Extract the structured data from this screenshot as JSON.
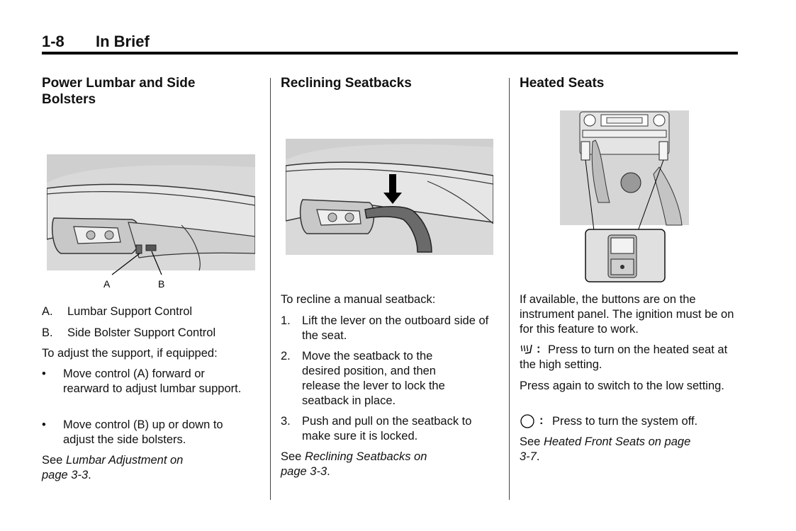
{
  "header": {
    "page_number": "1-8",
    "title": "In Brief"
  },
  "col1": {
    "heading": "Power Lumbar and Side Bolsters",
    "figure_labels": {
      "a": "A",
      "b": "B"
    },
    "item_a": "A.",
    "item_a_text": "Lumbar Support Control",
    "item_b": "B.",
    "item_b_text": "Side Bolster Support Control",
    "intro": "To adjust the support, if equipped:",
    "bullet1": "Move control (A) forward or rearward to adjust lumbar support.",
    "bullet2": "Move control (B) up or down to adjust the side bolsters.",
    "see": "See ",
    "see_ref": "Lumbar Adjustment on page 3-3",
    "see_end": "."
  },
  "col2": {
    "heading": "Reclining Seatbacks",
    "intro": "To recline a manual seatback:",
    "step1_num": "1.",
    "step1": "Lift the lever on the outboard side of the seat.",
    "step2_num": "2.",
    "step2": "Move the seatback to the desired position, and then release the lever to lock the seatback in place.",
    "step3_num": "3.",
    "step3": "Push and pull on the seatback to make sure it is locked.",
    "see": "See ",
    "see_ref": "Reclining Seatbacks on page 3-3",
    "see_end": "."
  },
  "col3": {
    "heading": "Heated Seats",
    "para1": "If available, the buttons are on the instrument panel. The ignition must be on for this feature to work.",
    "heat_icon": "heated-seat-icon",
    "heat_text": "Press to turn on the heated seat at the high setting.",
    "para2": "Press again to switch to the low setting.",
    "off_icon": "circle-off-icon",
    "off_text": "Press to turn the system off.",
    "colon": ":",
    "see": "See ",
    "see_ref": "Heated Front Seats on page 3-7",
    "see_end": "."
  }
}
